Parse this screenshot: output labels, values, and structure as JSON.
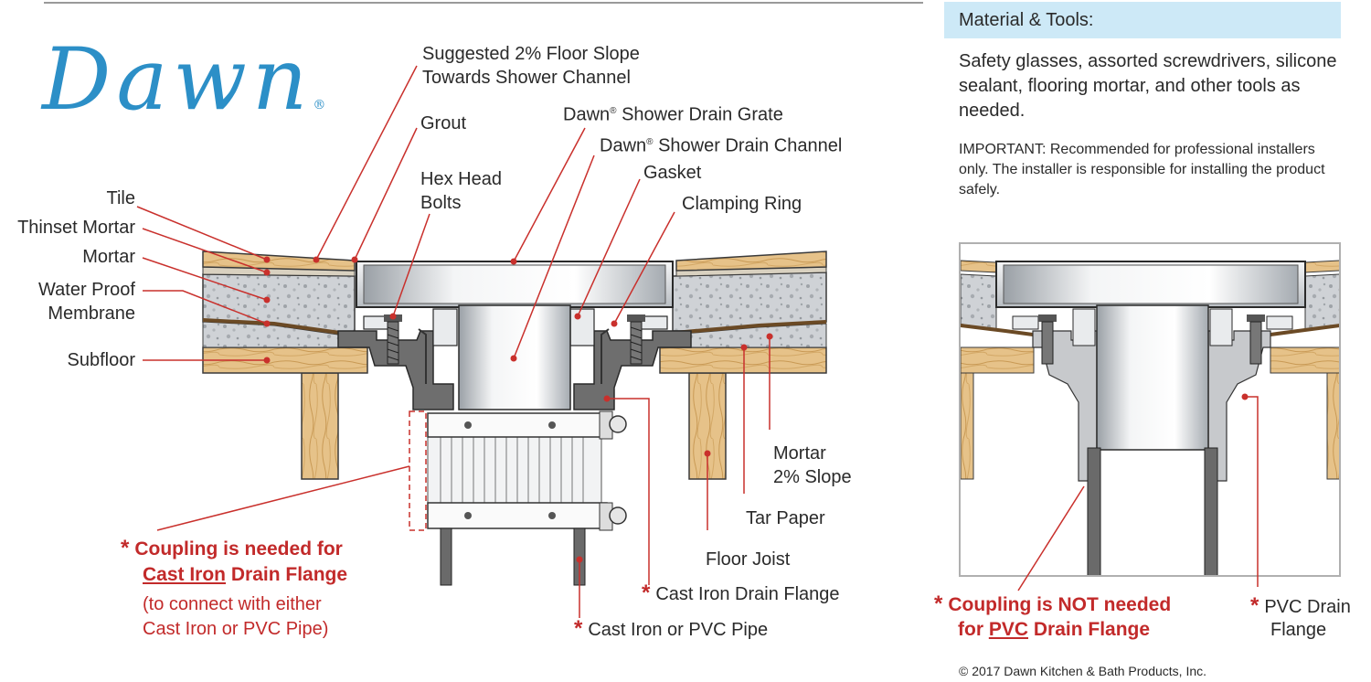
{
  "brand": {
    "logo_text": "Dawn",
    "logo_mark": "®"
  },
  "tools": {
    "header": "Material & Tools:",
    "text": "Safety glasses, assorted screwdrivers, silicone sealant, flooring mortar, and other tools as needed.",
    "important": "IMPORTANT: Recommended for professional installers only. The installer is responsible for installing the product safely."
  },
  "labels": {
    "slope_1": "Suggested 2% Floor Slope",
    "slope_2": "Towards Shower Channel",
    "grout": "Grout",
    "grate_brand": "Dawn",
    "grate_rest": " Shower Drain Grate",
    "channel_brand": "Dawn",
    "channel_rest": " Shower Drain Channel",
    "gasket": "Gasket",
    "hex_1": "Hex Head",
    "hex_2": "Bolts",
    "clamping": "Clamping Ring",
    "tile": "Tile",
    "thinset": "Thinset Mortar",
    "mortar": "Mortar",
    "waterproof_1": "Water Proof",
    "waterproof_2": "Membrane",
    "subfloor": "Subfloor",
    "mortar_slope_1": "Mortar",
    "mortar_slope_2": "2% Slope",
    "tar_paper": "Tar Paper",
    "floor_joist": "Floor Joist",
    "cast_flange": "Cast Iron Drain Flange",
    "cast_pipe": "Cast Iron or PVC Pipe",
    "pvc_flange_1": "PVC Drain",
    "pvc_flange_2": "Flange",
    "star": "*",
    "reg": "®"
  },
  "notes": {
    "coupling_needed_1": "Coupling is needed for",
    "coupling_needed_2a": "Cast Iron",
    "coupling_needed_2b": " Drain Flange",
    "coupling_sub_1": "(to connect with either",
    "coupling_sub_2": "Cast Iron or PVC Pipe)",
    "not_needed_1": "Coupling is NOT needed",
    "not_needed_2a": "for ",
    "not_needed_2b": "PVC",
    "not_needed_2c": " Drain Flange"
  },
  "footer": {
    "copyright": "© 2017 Dawn Kitchen & Bath Products, Inc."
  },
  "colors": {
    "brand_blue": "#2c8fc7",
    "accent_red": "#c22a2a",
    "leader_red": "#c9302c",
    "wood": "#e7c48a",
    "mortar_gray": "#c9ccd1",
    "flange_gray": "#6b6b6b",
    "header_bg": "#cde9f7"
  },
  "icons": [
    "bolt-icon",
    "clamp-icon",
    "wood-grain",
    "leader-dot"
  ]
}
